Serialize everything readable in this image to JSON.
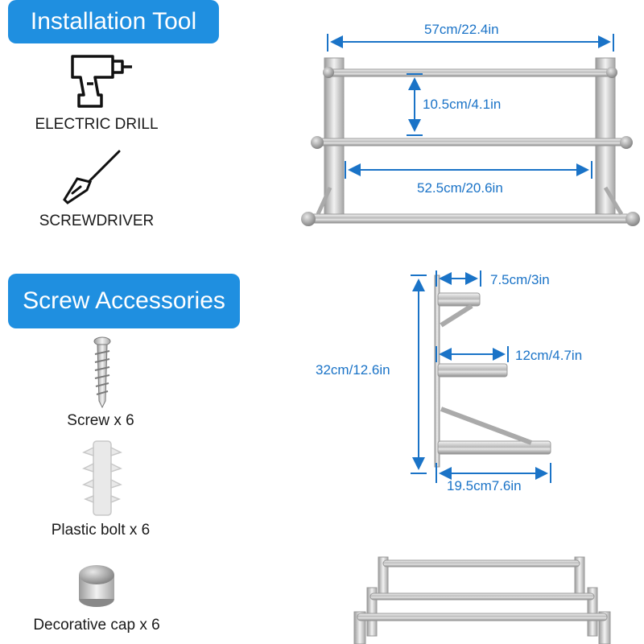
{
  "sections": {
    "installation_tool": "Installation Tool",
    "screw_accessories": "Screw Accessories"
  },
  "tools": {
    "drill": "ELECTRIC DRILL",
    "screwdriver": "SCREWDRIVER"
  },
  "accessories": {
    "screw": "Screw x 6",
    "plastic_bolt": "Plastic bolt x 6",
    "decorative_cap": "Decorative cap x 6"
  },
  "dimensions": {
    "overall_width": "57cm/22.4in",
    "bar_spacing": "10.5cm/4.1in",
    "bar_length": "52.5cm/20.6in",
    "top_depth": "7.5cm/3in",
    "middle_depth": "12cm/4.7in",
    "height": "32cm/12.6in",
    "bottom_depth": "19.5cm7.6in"
  },
  "colors": {
    "accent": "#1f8fe0",
    "dimension": "#1a73c7"
  }
}
